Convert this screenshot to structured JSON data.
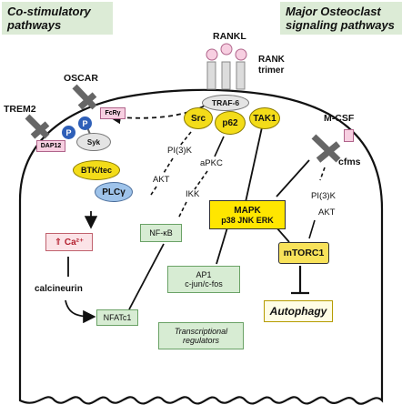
{
  "headers": {
    "left": [
      "Co-stimulatory",
      "pathways"
    ],
    "right": [
      "Major Osteoclast",
      "signaling pathways"
    ]
  },
  "receptors": {
    "rankl": "RANKL",
    "rank_trimer": [
      "RANK",
      "trimer"
    ],
    "oscar": "OSCAR",
    "trem2": "TREM2",
    "fcrg": "FcRγ",
    "dap12": "DAP12",
    "mcsf": "M-CSF",
    "cfms": "cfms"
  },
  "nodes": {
    "traf6": "TRAF-6",
    "src": "Src",
    "p62": "p62",
    "tak1": "TAK1",
    "p_label": "P",
    "syk": "Syk",
    "btk": "BTK/tec",
    "plcg": "PLCγ",
    "ca": "⇑ Ca²⁺",
    "calcineurin": "calcineurin",
    "nfatc1": "NFATc1",
    "nfkb": "NF-κB",
    "mapk": [
      "MAPK",
      "p38 JNK ERK"
    ],
    "mtorc1": "mTORC1",
    "autophagy": "Autophagy",
    "ap1": [
      "AP1",
      "c-jun/c-fos"
    ],
    "tr": [
      "Transcriptional",
      "regulators"
    ]
  },
  "pathway_labels": {
    "pi3k_left": "PI(3)K",
    "akt_left": "AKT",
    "apkc": "aPKC",
    "ikk": "IKK",
    "pi3k_right": "PI(3)K",
    "akt_right": "AKT"
  },
  "colors": {
    "header_bg": "#dcebd6",
    "yellow": "#f3dc19",
    "box_yellow": "#ffe600",
    "green_box": "#d7ecd3",
    "pink": "#f7cfe1",
    "blue": "#9ec3ea",
    "phospho": "#2e5fb8"
  }
}
